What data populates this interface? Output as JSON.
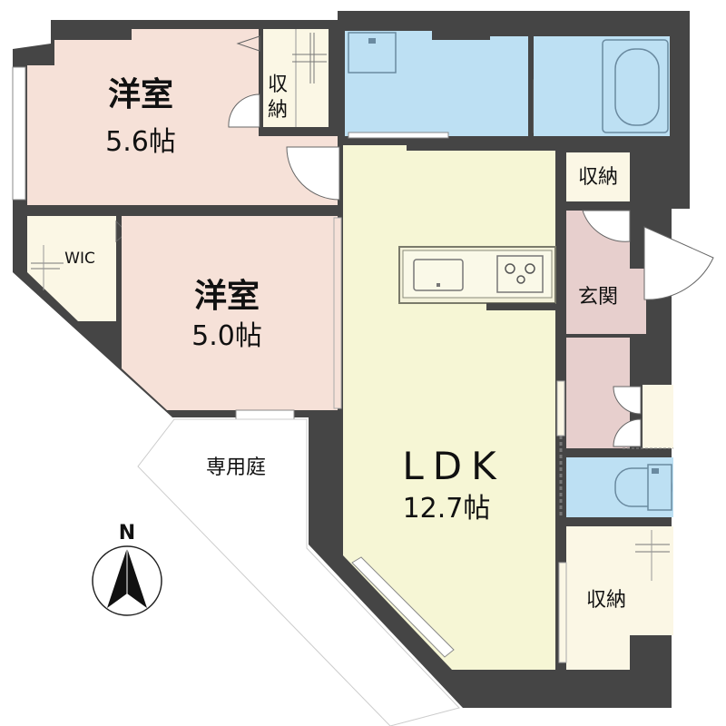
{
  "rooms": {
    "western1": {
      "name": "洋室",
      "size": "5.6帖"
    },
    "western2": {
      "name": "洋室",
      "size": "5.0帖"
    },
    "ldk": {
      "name": "LDK",
      "size": "12.7帖"
    },
    "wic": {
      "name": "WIC"
    },
    "storage_top": {
      "name": "収納"
    },
    "storage_right": {
      "name": "収納"
    },
    "storage_bottom": {
      "name": "収納"
    },
    "entrance": {
      "name": "玄関"
    },
    "garden": {
      "name": "専用庭"
    }
  },
  "compass": {
    "label": "N"
  },
  "colors": {
    "wall": "#454545",
    "western": "#f6e1d8",
    "ldk": "#f6f6d5",
    "wet": "#bde0f3",
    "entrance": "#e7cfcd",
    "storage": "#fbf7e5",
    "garden": "#ffffff"
  }
}
